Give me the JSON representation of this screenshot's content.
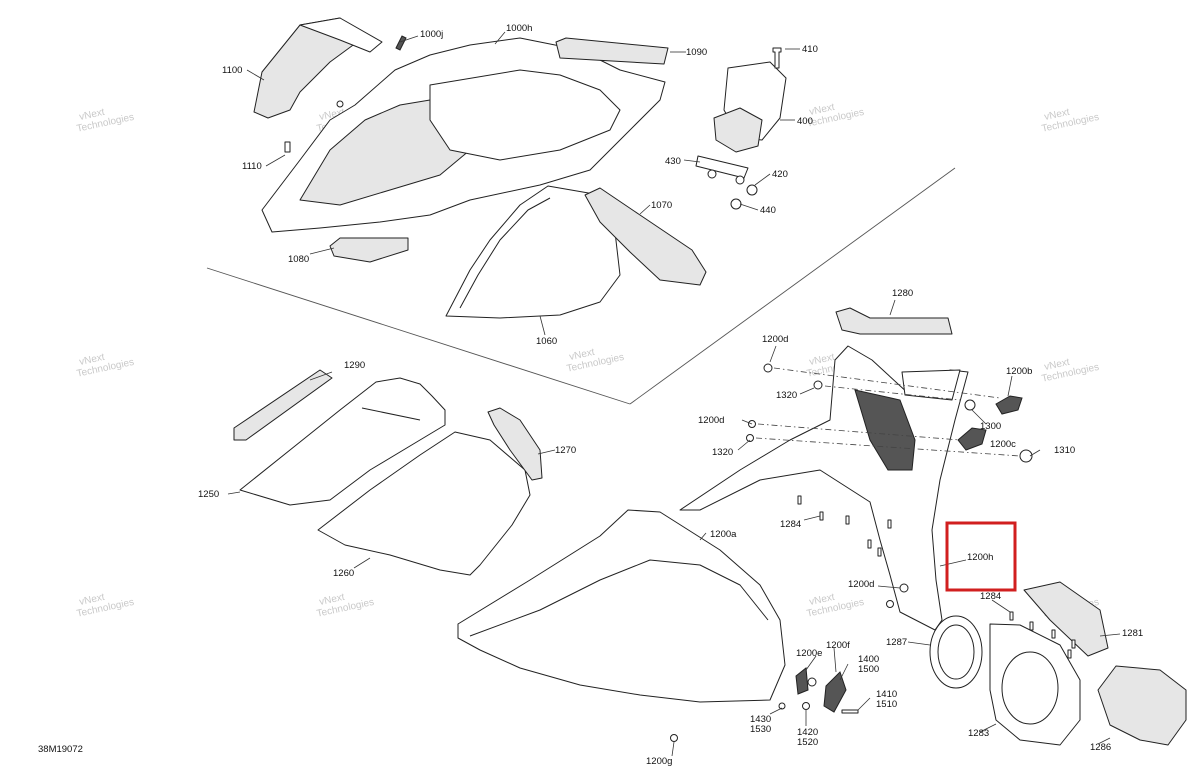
{
  "diagram_id": "38M19072",
  "highlight": {
    "color": "#d11f1f",
    "target": "1200h"
  },
  "watermark": {
    "line1": "vNext",
    "line2": "Technologies"
  },
  "callouts": {
    "c1100": "1100",
    "c1110": "1110",
    "c1000j": "1000j",
    "c1000h": "1000h",
    "c1090": "1090",
    "c1080": "1080",
    "c1070": "1070",
    "c1060": "1060",
    "c410": "410",
    "c400": "400",
    "c430": "430",
    "c420": "420",
    "c440": "440",
    "c1280": "1280",
    "c1290": "1290",
    "c1270": "1270",
    "c1250": "1250",
    "c1260": "1260",
    "c1200d_a": "1200d",
    "c1320_a": "1320",
    "c1200d_b": "1200d",
    "c1320_b": "1320",
    "c1200b": "1200b",
    "c1300": "1300",
    "c1200c": "1200c",
    "c1310": "1310",
    "c1284_a": "1284",
    "c1200a": "1200a",
    "c1200h": "1200h",
    "c1200d_c": "1200d",
    "c1284_b": "1284",
    "c1281": "1281",
    "c1287": "1287",
    "c1283": "1283",
    "c1286": "1286",
    "c1200e": "1200e",
    "c1200f": "1200f",
    "c1400": "1400",
    "c1500": "1500",
    "c1410": "1410",
    "c1510": "1510",
    "c1430": "1430",
    "c1530": "1530",
    "c1420": "1420",
    "c1520": "1520",
    "c1200g": "1200g"
  }
}
